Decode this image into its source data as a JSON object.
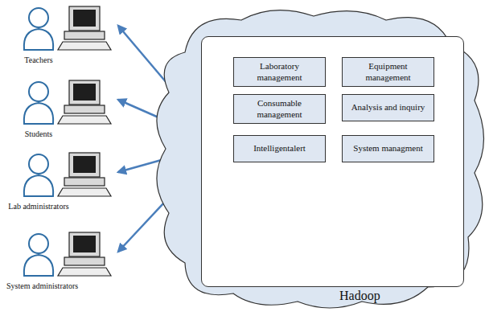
{
  "diagram": {
    "nodes": [
      {
        "text": [
          "Teachers"
        ]
      },
      {
        "text": [
          "Students"
        ]
      },
      {
        "text": [
          "Lab administrators"
        ]
      },
      {
        "text": [
          "System administrators"
        ]
      },
      {
        "text": [
          "Hadoop"
        ]
      },
      {
        "text": [
          "Laboratory management"
        ],
        "in": 4
      },
      {
        "text": [
          "Equipment management"
        ],
        "in": 4
      },
      {
        "text": [
          "Consumable management"
        ],
        "in": 4
      },
      {
        "text": [
          "Analysis and inquiry"
        ],
        "in": 4
      },
      {
        "text": [
          "Intelligentalert"
        ],
        "in": 4
      },
      {
        "text": [
          "System managment"
        ],
        "in": 4
      }
    ],
    "edges": [
      {
        "from": 0,
        "to": 4,
        "arrow": "both"
      },
      {
        "from": 1,
        "to": 4,
        "arrow": "both"
      },
      {
        "from": 2,
        "to": 4,
        "arrow": "both"
      },
      {
        "from": 3,
        "to": 4,
        "arrow": "both"
      }
    ]
  }
}
